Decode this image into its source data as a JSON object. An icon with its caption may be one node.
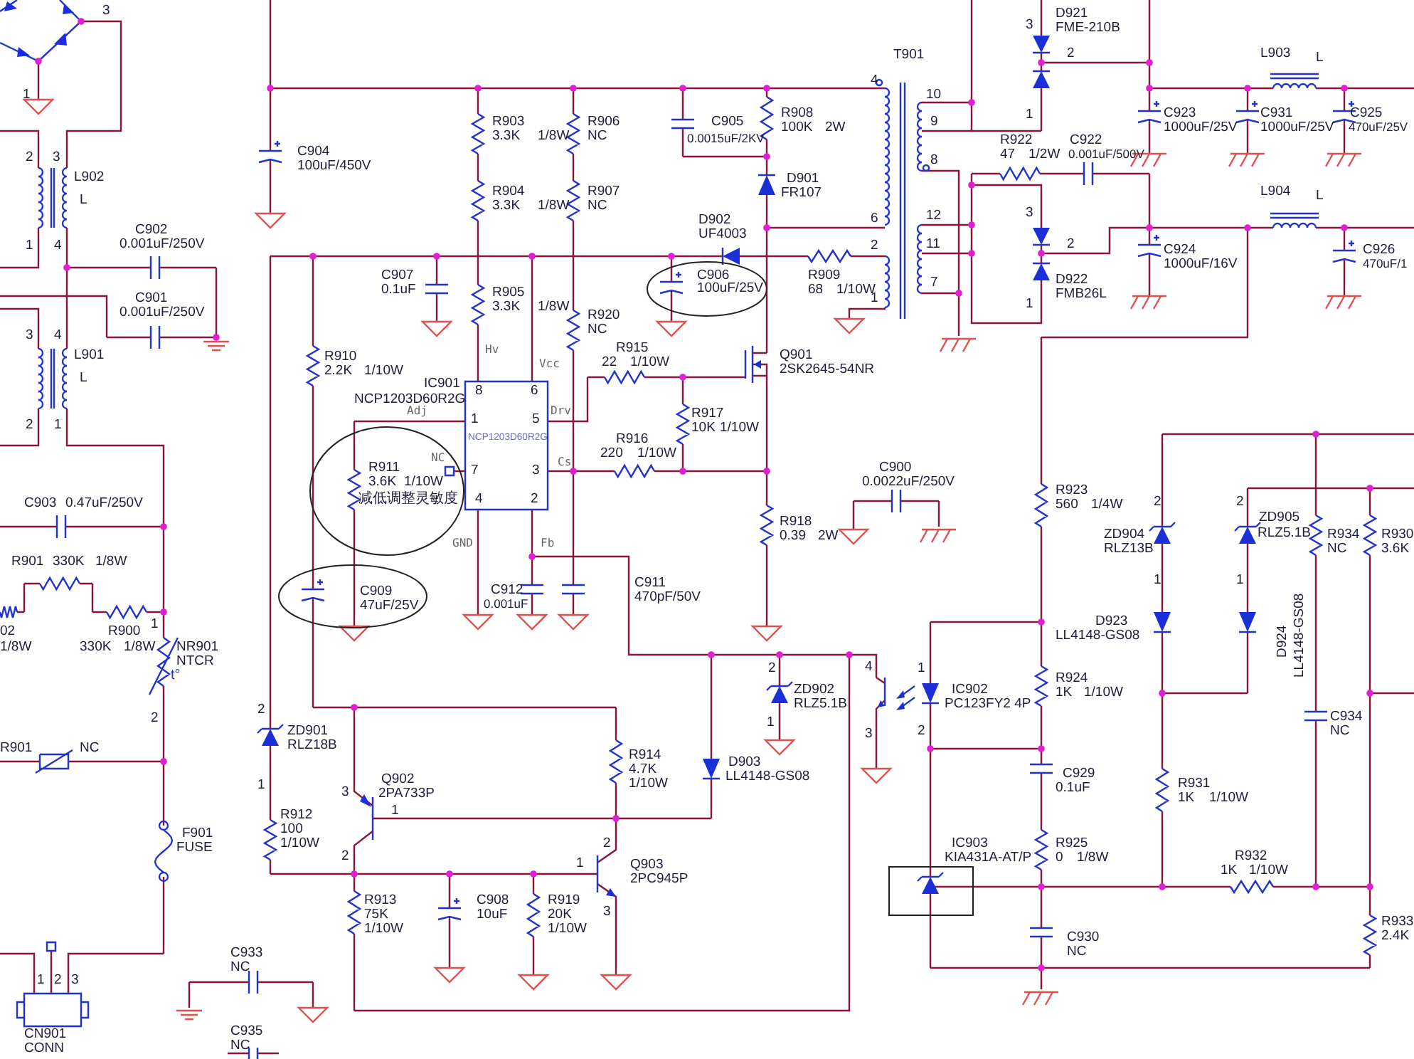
{
  "diagram": {
    "labels": [
      "3",
      "1",
      "2",
      "3",
      "L902",
      "L",
      "1",
      "4",
      "C902",
      "0.001uF/250V",
      "C901",
      "0.001uF/250V",
      "3",
      "4",
      "L901",
      "L",
      "2",
      "1",
      "C903",
      "0.47uF/250V",
      "R901",
      "330K",
      "1/8W",
      "02",
      "1/8W",
      "R900",
      "330K",
      "1/8W",
      "1",
      "NR901",
      "NTCR",
      "t°",
      "2",
      "R901",
      "NC",
      "F901",
      "FUSE",
      "1",
      "2",
      "3",
      "CN901",
      "CONN",
      "C933",
      "NC",
      "C935",
      "NC",
      "C904",
      "100uF/450V",
      "C907",
      "0.1uF",
      "R910",
      "2.2K",
      "1/10W",
      "IC901",
      "NCP1203D60R2G",
      "Adj",
      "NC",
      "Hv",
      "Vcc",
      "Drv",
      "Cs",
      "GND",
      "Fb",
      "8",
      "6",
      "1",
      "5",
      "NCP1203D60R2G",
      "7",
      "3",
      "4",
      "2",
      "R911",
      "3.6K",
      "1/10W",
      "减低调整灵敏度",
      "C909",
      "47uF/25V",
      "R903",
      "3.3K",
      "1/8W",
      "R904",
      "3.3K",
      "1/8W",
      "R905",
      "3.3K",
      "1/8W",
      "R906",
      "NC",
      "R907",
      "NC",
      "R920",
      "NC",
      "C905",
      "0.0015uF/2KV",
      "R908",
      "100K",
      "2W",
      "D901",
      "FR107",
      "D902",
      "UF4003",
      "C906",
      "100uF/25V",
      "R909",
      "68",
      "1/10W",
      "T901",
      "4",
      "10",
      "9",
      "8",
      "6",
      "12",
      "2",
      "11",
      "7",
      "1",
      "R915",
      "22",
      "1/10W",
      "Q901",
      "2SK2645-54NR",
      "R917",
      "10K",
      "1/10W",
      "R916",
      "220",
      "1/10W",
      "C900",
      "0.0022uF/250V",
      "R918",
      "0.39",
      "2W",
      "C912",
      "0.001uF",
      "C911",
      "470pF/50V",
      "D921",
      "3",
      "FME-210B",
      "2",
      "1",
      "R922",
      "47",
      "1/2W",
      "C922",
      "0.001uF/500V",
      "L903",
      "L",
      "C923",
      "1000uF/25V",
      "C931",
      "1000uF/25V",
      "C925",
      "470uF/25V",
      "L904",
      "L",
      "C924",
      "1000uF/16V",
      "C926",
      "470uF/1",
      "D922",
      "FMB26L",
      "3",
      "2",
      "1",
      "R923",
      "560",
      "1/4W",
      "2",
      "ZD904",
      "RLZ13B",
      "1",
      "2",
      "ZD905",
      "RLZ5.1B",
      "1",
      "R934",
      "NC",
      "R930",
      "3.6K",
      "D923",
      "LL4148-GS08",
      "D924",
      "LL4148-GS08",
      "4",
      "3",
      "1",
      "2",
      "IC902",
      "PC123FY2 4P",
      "R924",
      "1K",
      "1/10W",
      "C929",
      "0.1uF",
      "C934",
      "NC",
      "R931",
      "1K",
      "1/10W",
      "IC903",
      "KIA431A-AT/P",
      "R925",
      "0",
      "1/8W",
      "R932",
      "1K",
      "1/10W",
      "C930",
      "NC",
      "R933",
      "2.4K",
      "2",
      "ZD901",
      "RLZ18B",
      "1",
      "R912",
      "100",
      "1/10W",
      "Q902",
      "2PA733P",
      "1",
      "3",
      "2",
      "R913",
      "75K",
      "1/10W",
      "C908",
      "10uF",
      "R919",
      "20K",
      "1/10W",
      "R914",
      "4.7K",
      "1/10W",
      "D903",
      "LL4148-GS08",
      "2",
      "ZD902",
      "RLZ5.1B",
      "1",
      "Q903",
      "2PC945P",
      "1",
      "2",
      "3"
    ]
  }
}
